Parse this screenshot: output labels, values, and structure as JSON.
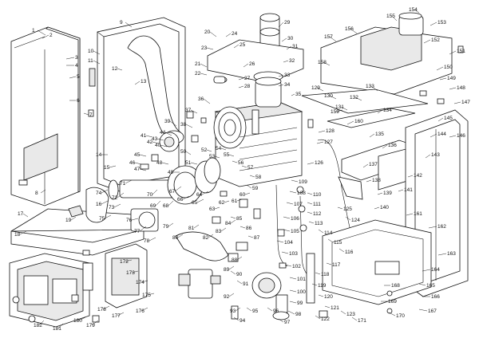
{
  "part_labels": [
    "1",
    "2",
    "3",
    "4",
    "5",
    "6",
    "7",
    "8",
    "9",
    "10",
    "11",
    "12",
    "13",
    "14",
    "15",
    "16",
    "17",
    "18",
    "19",
    "20",
    "21",
    "22",
    "23",
    "24",
    "25",
    "26",
    "27",
    "28",
    "29",
    "30",
    "31",
    "32",
    "33",
    "34",
    "35",
    "36",
    "37",
    "38",
    "39",
    "40",
    "41",
    "42",
    "43",
    "44",
    "45",
    "46",
    "47",
    "48",
    "49",
    "50",
    "51",
    "52",
    "53",
    "54",
    "55",
    "56",
    "57",
    "58",
    "59",
    "60",
    "61",
    "62",
    "63",
    "64",
    "65",
    "66",
    "67",
    "68",
    "69",
    "70",
    "71",
    "72",
    "73",
    "74",
    "75",
    "76",
    "77",
    "78",
    "79",
    "80",
    "81",
    "82",
    "83",
    "84",
    "85",
    "86",
    "87",
    "88",
    "89",
    "90",
    "91",
    "92",
    "93",
    "94",
    "95",
    "96",
    "97",
    "98",
    "99",
    "100",
    "101",
    "102",
    "103",
    "104",
    "105",
    "106",
    "107",
    "108",
    "109",
    "110",
    "111",
    "112",
    "113",
    "114",
    "115",
    "116",
    "117",
    "118",
    "119",
    "120",
    "121",
    "122",
    "123",
    "124",
    "125",
    "126",
    "127",
    "128",
    "129",
    "130",
    "131",
    "132",
    "133",
    "134",
    "135",
    "136",
    "137",
    "138",
    "139",
    "140",
    "141",
    "142",
    "143",
    "144",
    "145",
    "146",
    "147",
    "148",
    "149",
    "150",
    "151",
    "152",
    "153",
    "154",
    "155",
    "156",
    "157",
    "158",
    "159",
    "160",
    "161",
    "162",
    "163",
    "164",
    "165",
    "166",
    "167",
    "168",
    "169",
    "170",
    "171",
    "172",
    "173",
    "174",
    "175",
    "176",
    "177",
    "178",
    "179",
    "180",
    "181",
    "182"
  ]
}
